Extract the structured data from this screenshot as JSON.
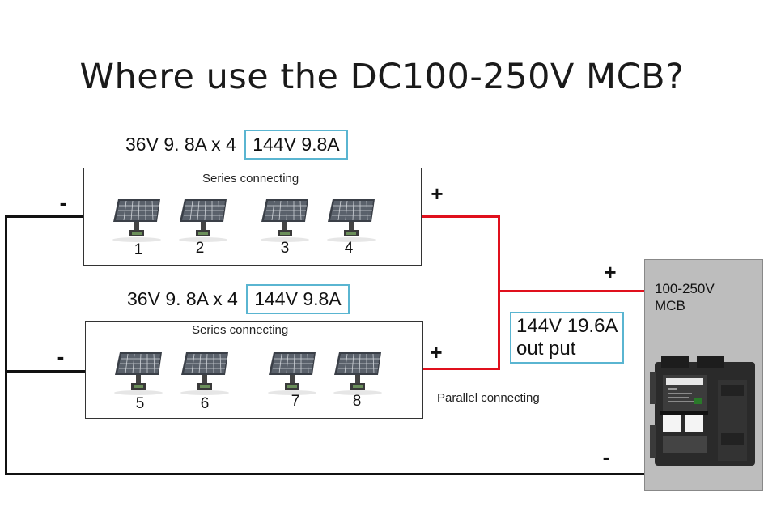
{
  "title": "Where use the DC100-250V MCB?",
  "group_top": {
    "spec_prefix": "36V  9. 8A x 4",
    "spec_boxed": "144V 9.8A",
    "panel_title": "Series connecting",
    "panels": [
      "1",
      "2",
      "3",
      "4"
    ],
    "minus": "-",
    "plus": "+"
  },
  "group_bottom": {
    "spec_prefix": "36V  9. 8A x 4",
    "spec_boxed": "144V 9.8A",
    "panel_title": "Series connecting",
    "panels": [
      "5",
      "6",
      "7",
      "8"
    ],
    "minus": "-",
    "plus": "+"
  },
  "output": {
    "line1": "144V 19.6A",
    "line2": "out put",
    "plus": "+",
    "minus": "-"
  },
  "mcb": {
    "label_line1": "100-250V",
    "label_line2": "MCB"
  },
  "parallel_label": "Parallel connecting",
  "colors": {
    "positive_wire": "#e0101d",
    "negative_wire": "#111111",
    "highlight_border": "#5ab5d1",
    "mcb_panel": "#bdbdbd"
  },
  "icons": [
    "solar-panel-icon",
    "circuit-breaker-icon"
  ]
}
